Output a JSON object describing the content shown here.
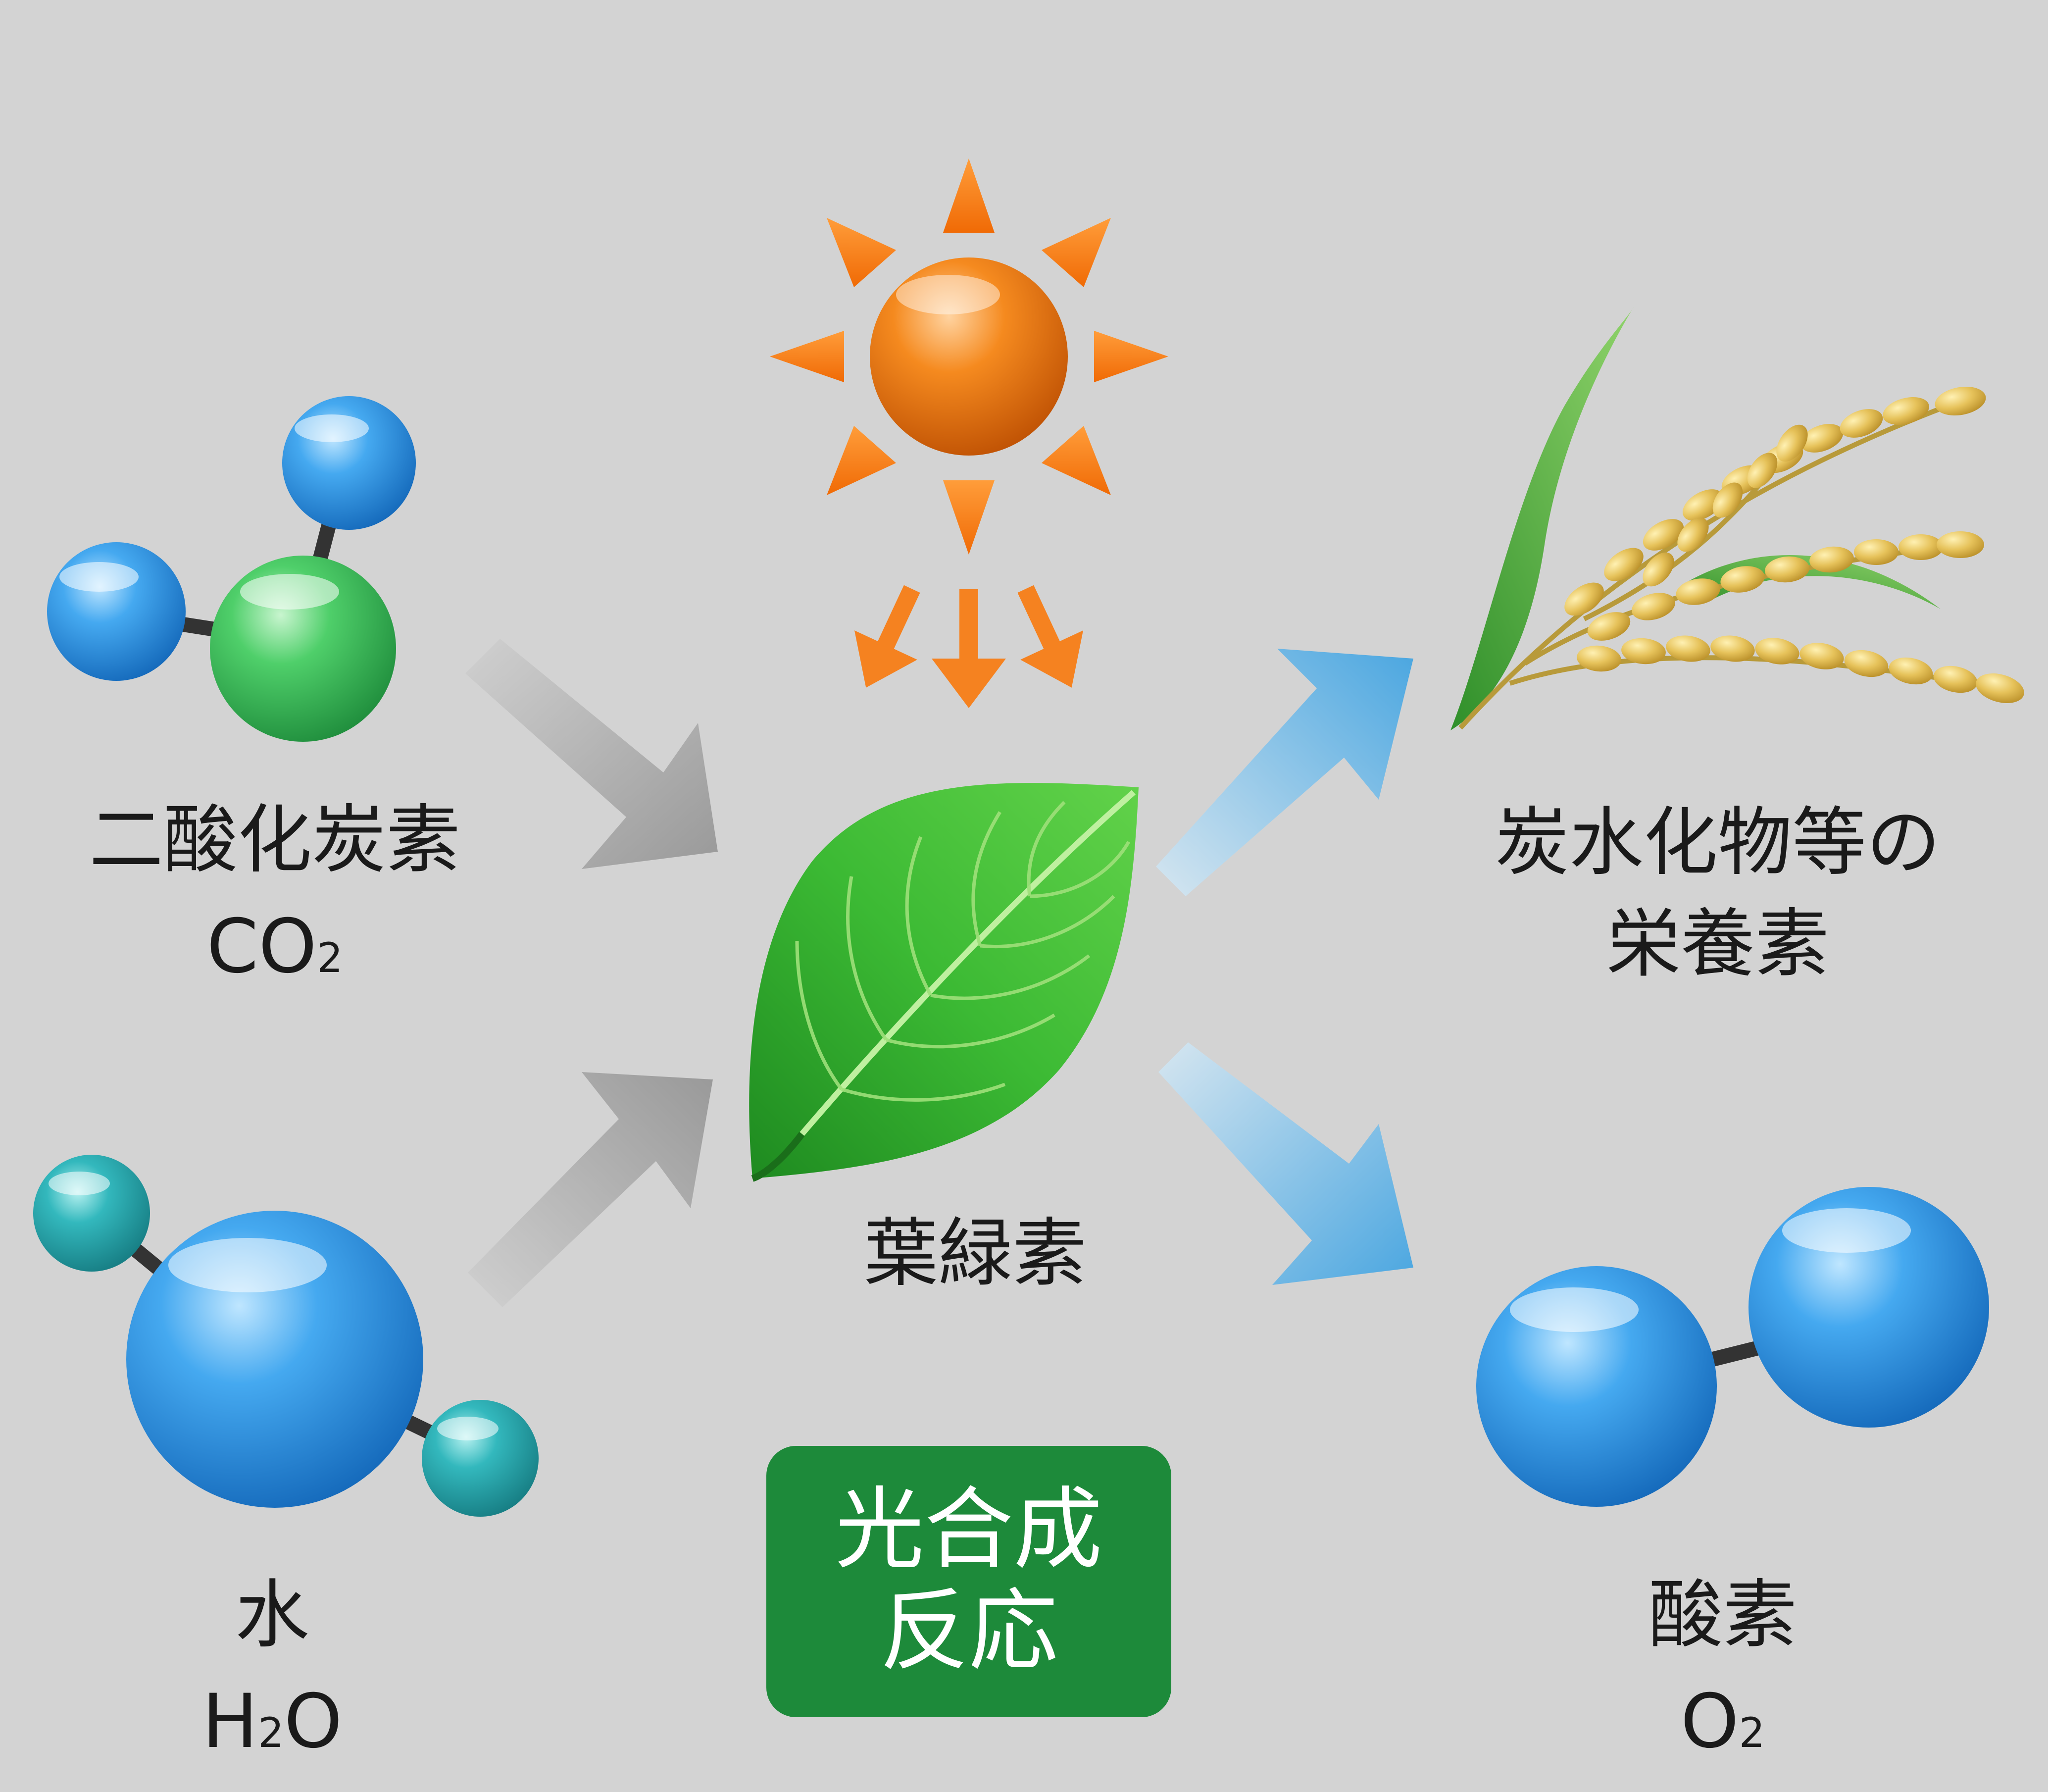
{
  "labels": {
    "co2_name": "二酸化炭素",
    "co2_formula": "CO",
    "co2_subscript": "2",
    "water_name": "水",
    "water_formula_h": "H",
    "water_subscript": "2",
    "water_formula_o": "O",
    "chlorophyll": "葉緑素",
    "nutrients_line1": "炭水化物等の",
    "nutrients_line2": "栄養素",
    "oxygen_name": "酸素",
    "oxygen_formula": "O",
    "oxygen_subscript": "2"
  },
  "badge": {
    "line1": "光合成",
    "line2": "反応"
  },
  "colors": {
    "background": "#d3d3d3",
    "badge": "#1d8a3a",
    "sun": "#f07a10",
    "carbon_atom": "#3fc060",
    "oxygen_atom": "#2a90e0",
    "hydrogen_atom": "#2fb2b8",
    "input_arrow": "#a0a0a0",
    "output_arrow": "#5aaee0"
  }
}
